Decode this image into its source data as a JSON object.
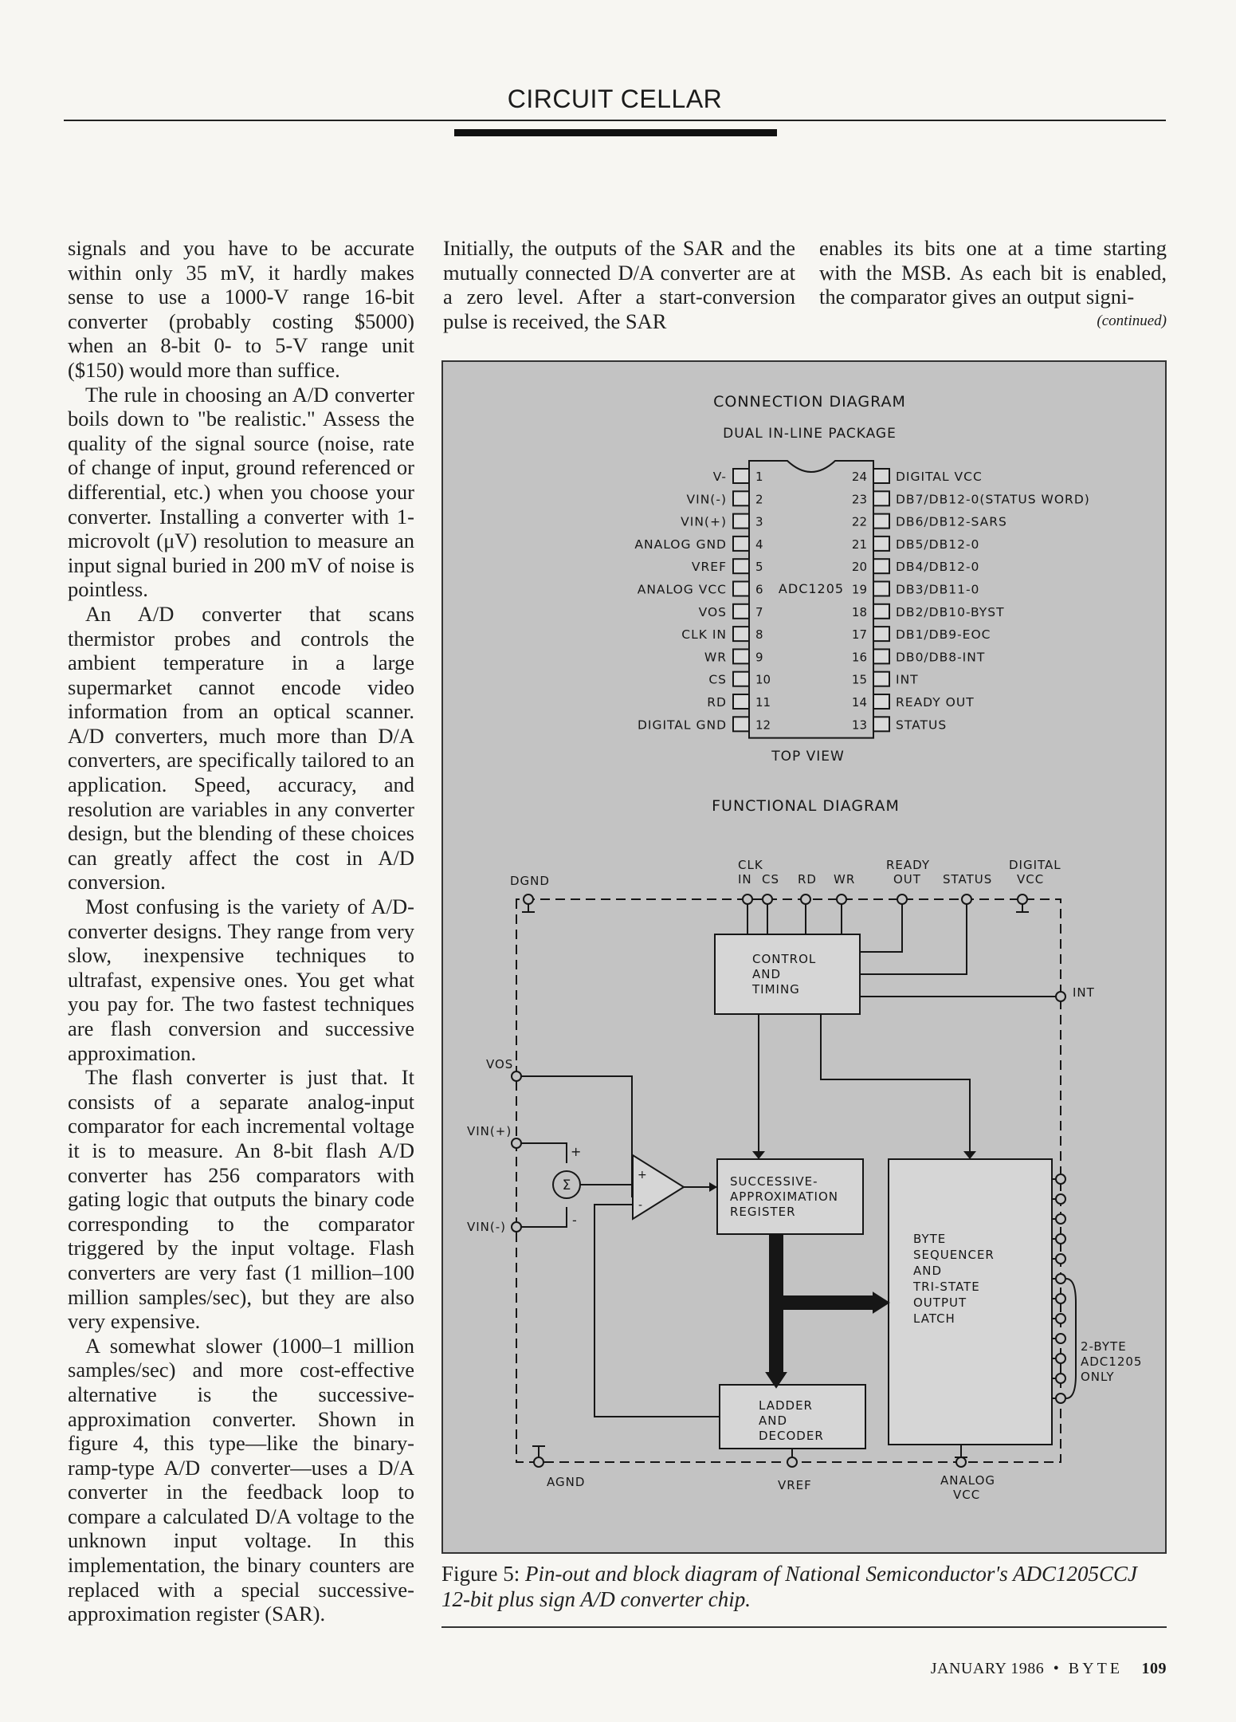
{
  "header": {
    "title": "CIRCUIT CELLAR"
  },
  "column1": [
    "signals and you have to be accurate within only 35 mV, it hardly makes sense to use a 1000-V range 16-bit converter (probably costing $5000) when an 8-bit 0- to 5-V range unit ($150) would more than suffice.",
    "The rule in choosing an A/D converter boils down to \"be realistic.\" Assess the quality of the signal source (noise, rate of change of input, ground referenced or differential, etc.) when you choose your converter. Installing a converter with 1-microvolt (μV) resolution to measure an input signal buried in 200 mV of noise is pointless.",
    "An A/D converter that scans thermistor probes and controls the ambient temperature in a large supermarket cannot encode video information from an optical scanner. A/D converters, much more than D/A converters, are specifically tailored to an application. Speed, accuracy, and resolution are variables in any converter design, but the blending of these choices can greatly affect the cost in A/D conversion.",
    "Most confusing is the variety of A/D-converter designs. They range from very slow, inexpensive techniques to ultrafast, expensive ones. You get what you pay for. The two fastest techniques are flash conversion and successive approximation.",
    "The flash converter is just that. It consists of a separate analog-input comparator for each incremental voltage it is to measure. An 8-bit flash A/D converter has 256 comparators with gating logic that outputs the binary code corresponding to the comparator triggered by the input voltage. Flash converters are very fast (1 million–100 million samples/sec), but they are also very expensive.",
    "A somewhat slower (1000–1 million samples/sec) and more cost-effective alternative is the successive-approximation converter. Shown in figure 4, this type—like the binary-ramp-type A/D converter—uses a D/A converter in the feedback loop to compare a calculated D/A voltage to the unknown input voltage. In this implementation, the binary counters are replaced with a special successive-approximation register (SAR)."
  ],
  "column2": "Initially, the outputs of the SAR and the mutually connected D/A converter are at a zero level. After a start-conversion pulse is received, the SAR",
  "column3": "enables its bits one at a time starting with the MSB. As each bit is enabled, the comparator gives an output signi-",
  "continued": "(continued)",
  "figure": {
    "connection_title": "CONNECTION DIAGRAM",
    "package": "DUAL IN-LINE PACKAGE",
    "chip": "ADC1205",
    "top_view": "TOP VIEW",
    "left_pins": [
      {
        "n": "1",
        "label": "V-"
      },
      {
        "n": "2",
        "label": "VIN(-)"
      },
      {
        "n": "3",
        "label": "VIN(+)"
      },
      {
        "n": "4",
        "label": "ANALOG GND"
      },
      {
        "n": "5",
        "label": "VREF"
      },
      {
        "n": "6",
        "label": "ANALOG VCC"
      },
      {
        "n": "7",
        "label": "VOS"
      },
      {
        "n": "8",
        "label": "CLK IN"
      },
      {
        "n": "9",
        "label": "WR"
      },
      {
        "n": "10",
        "label": "CS"
      },
      {
        "n": "11",
        "label": "RD"
      },
      {
        "n": "12",
        "label": "DIGITAL GND"
      }
    ],
    "right_pins": [
      {
        "n": "24",
        "label": "DIGITAL VCC"
      },
      {
        "n": "23",
        "label": "DB7/DB12-0(STATUS WORD)"
      },
      {
        "n": "22",
        "label": "DB6/DB12-SARS"
      },
      {
        "n": "21",
        "label": "DB5/DB12-0"
      },
      {
        "n": "20",
        "label": "DB4/DB12-0"
      },
      {
        "n": "19",
        "label": "DB3/DB11-0"
      },
      {
        "n": "18",
        "label": "DB2/DB10-BYST"
      },
      {
        "n": "17",
        "label": "DB1/DB9-EOC"
      },
      {
        "n": "16",
        "label": "DB0/DB8-INT"
      },
      {
        "n": "15",
        "label": "INT"
      },
      {
        "n": "14",
        "label": "READY OUT"
      },
      {
        "n": "13",
        "label": "STATUS"
      }
    ],
    "functional_title": "FUNCTIONAL DIAGRAM",
    "labels": {
      "dgnd": "DGND",
      "clk": "CLK",
      "in": "IN",
      "cs": "CS",
      "rd": "RD",
      "wr": "WR",
      "ready": "READY",
      "out": "OUT",
      "status": "STATUS",
      "digital": "DIGITAL",
      "vcc": "VCC",
      "vos": "VOS",
      "vin_plus": "VIN(+)",
      "vin_minus": "VIN(-)",
      "int": "INT",
      "agnd": "AGND",
      "vref": "VREF",
      "analog": "ANALOG",
      "analog_vcc": "VCC",
      "ctrl1": "CONTROL",
      "ctrl2": "AND",
      "ctrl3": "TIMING",
      "sar1": "SUCCESSIVE-",
      "sar2": "APPROXIMATION",
      "sar3": "REGISTER",
      "lad1": "LADDER",
      "lad2": "AND",
      "lad3": "DECODER",
      "byte1": "BYTE",
      "byte2": "SEQUENCER",
      "byte3": "AND",
      "byte4": "TRI-STATE",
      "byte5": "OUTPUT",
      "byte6": "LATCH",
      "two1": "2-BYTE",
      "two2": "ADC1205",
      "two3": "ONLY",
      "sigma": "Σ",
      "plus": "+",
      "minus": "-"
    }
  },
  "caption": {
    "label": "Figure 5:",
    "text": "Pin-out and block diagram of National Semiconductor's ADC1205CCJ 12-bit plus sign A/D converter chip."
  },
  "footer": {
    "date": "JANUARY 1986",
    "magazine": "BYTE",
    "page": "109"
  }
}
